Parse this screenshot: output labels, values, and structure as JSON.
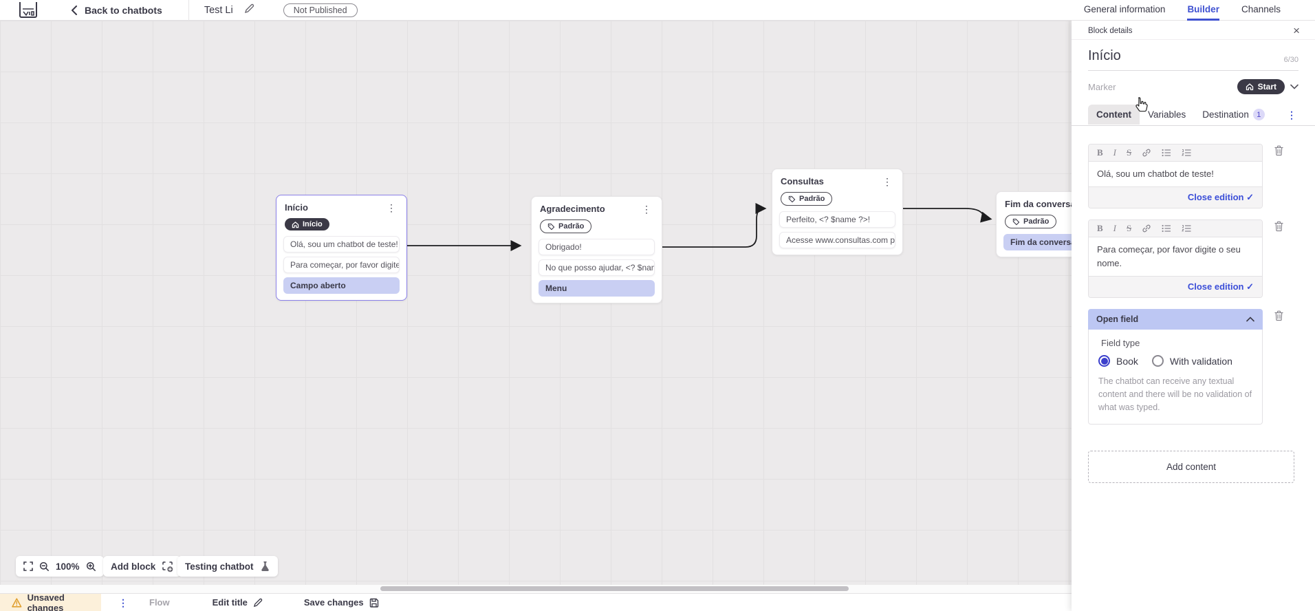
{
  "colors": {
    "accent_purple": "#8b80e9",
    "item_purple": "#c9cff3",
    "panel_header_purple": "#bdc7f3",
    "link_blue": "#3b4ed8",
    "tab_blue": "#3f51d1",
    "dark_pill": "#3b3946",
    "warning_bg": "#fcf0da",
    "warning_icon": "#e09f2f"
  },
  "topbar": {
    "back_label": "Back to chatbots",
    "title": "Test Li",
    "status_badge": "Not Published",
    "tabs": [
      {
        "label": "General information"
      },
      {
        "label": "Builder"
      },
      {
        "label": "Channels"
      }
    ]
  },
  "canvas": {
    "blocks": [
      {
        "title": "Início",
        "marker": "Início",
        "items": [
          {
            "text": "Olá, sou um chatbot de teste!"
          },
          {
            "text": "Para começar, por favor digite o ..."
          },
          {
            "text": "Campo aberto"
          }
        ]
      },
      {
        "title": "Agradecimento",
        "marker": "Padrão",
        "items": [
          {
            "text": "Obrigado!"
          },
          {
            "text": "No que posso ajudar, <? $name ..."
          },
          {
            "text": "Menu"
          }
        ]
      },
      {
        "title": "Consultas",
        "marker": "Padrão",
        "items": [
          {
            "text": "Perfeito, <? $name ?>!"
          },
          {
            "text": "Acesse www.consultas.com par..."
          }
        ]
      },
      {
        "title": "Fim da conversa",
        "marker": "Padrão",
        "items": [
          {
            "text": "Fim da conversa"
          }
        ]
      }
    ],
    "controls": {
      "zoom_level": "100%",
      "add_block": "Add block",
      "testing": "Testing chatbot"
    }
  },
  "panel": {
    "header": "Block details",
    "block_name": "Início",
    "char_counter": "6/30",
    "marker_label": "Marker",
    "marker_value": "Start",
    "tabs": [
      {
        "label": "Content"
      },
      {
        "label": "Variables"
      },
      {
        "label": "Destination",
        "badge": "1"
      }
    ],
    "editors": [
      {
        "text": "Olá, sou um chatbot de teste!",
        "action": "Close edition"
      },
      {
        "text": "Para começar, por favor digite o seu nome.",
        "action": "Close edition"
      }
    ],
    "open_field": {
      "title": "Open field",
      "field_type_label": "Field type",
      "options": [
        {
          "label": "Book"
        },
        {
          "label": "With validation"
        }
      ],
      "description": "The chatbot can receive any textual content and there will be no validation of what was typed."
    },
    "add_content": "Add content"
  },
  "statusbar": {
    "unsaved": "Unsaved changes",
    "flow": "Flow",
    "edit_title": "Edit title",
    "save": "Save changes"
  }
}
